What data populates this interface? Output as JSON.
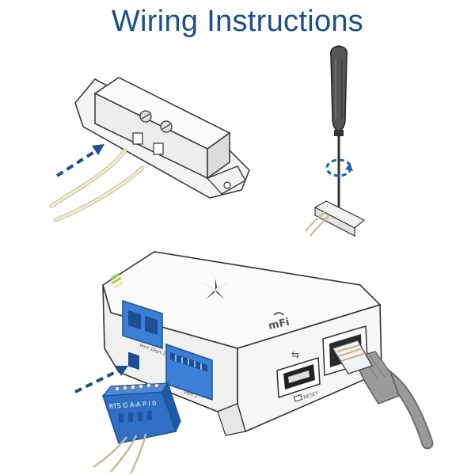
{
  "page": {
    "title": "Wiring Instructions"
  },
  "labels": {
    "port_left": "Port 1",
    "port_right": "Port 2",
    "port_terminal": "Port 1",
    "reset": "RESET",
    "terminal_pins": "RTS G A-A P I 0",
    "usb_symbol": "⇆",
    "brand": "mFi"
  },
  "colors": {
    "title": "#1b4f8a",
    "arrow": "#1f4f8a",
    "terminal_block": "#2f6fc4",
    "rj45_port": "#3b7fd6",
    "cable": "#9a9a9a"
  }
}
